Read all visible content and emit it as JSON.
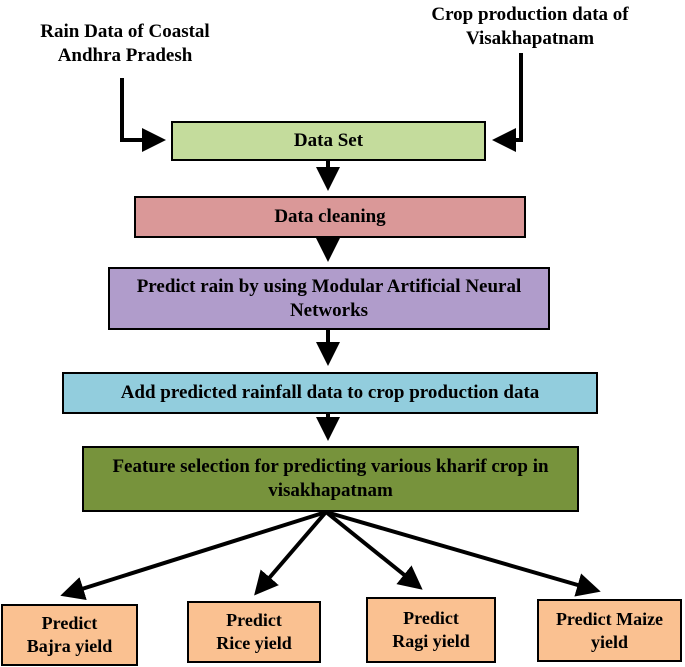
{
  "sources": {
    "left": "Rain Data of Coastal Andhra Pradesh",
    "right": "Crop production data of Visakhapatnam"
  },
  "steps": {
    "dataset": "Data Set",
    "cleaning": "Data cleaning",
    "predict_rain": "Predict rain by using Modular Artificial Neural Networks",
    "add_rainfall": "Add predicted rainfall data to crop production data",
    "feature_selection": "Feature selection for predicting various kharif crop in visakhapatnam"
  },
  "outputs": [
    "Predict Bajra yield",
    "Predict Rice yield",
    "Predict Ragi yield",
    "Predict Maize yield"
  ],
  "colors": {
    "dataset": "#c4dc9c",
    "cleaning": "#da9898",
    "predict_rain": "#b09ccb",
    "add_rainfall": "#92cddd",
    "feature_selection": "#77933c",
    "outputs": "#fac191"
  }
}
